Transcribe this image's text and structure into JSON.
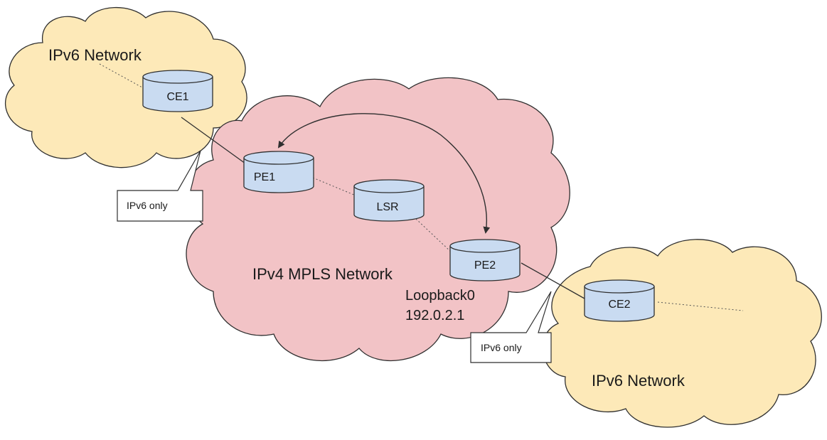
{
  "networks": {
    "ipv6_left": {
      "label": "IPv6 Network"
    },
    "mpls": {
      "label": "IPv4 MPLS Network"
    },
    "ipv6_right": {
      "label": "IPv6 Network"
    }
  },
  "nodes": {
    "ce1": "CE1",
    "pe1": "PE1",
    "lsr": "LSR",
    "pe2": "PE2",
    "ce2": "CE2"
  },
  "callouts": {
    "left": "IPv6 only",
    "right": "IPv6 only"
  },
  "loopback": {
    "name": "Loopback0",
    "address": "192.0.2.1"
  },
  "colors": {
    "ipv6_cloud_fill": "#fde9b8",
    "mpls_cloud_fill": "#f2c3c6",
    "router_fill": "#c9dbf1",
    "outline": "#2f2f2f"
  }
}
